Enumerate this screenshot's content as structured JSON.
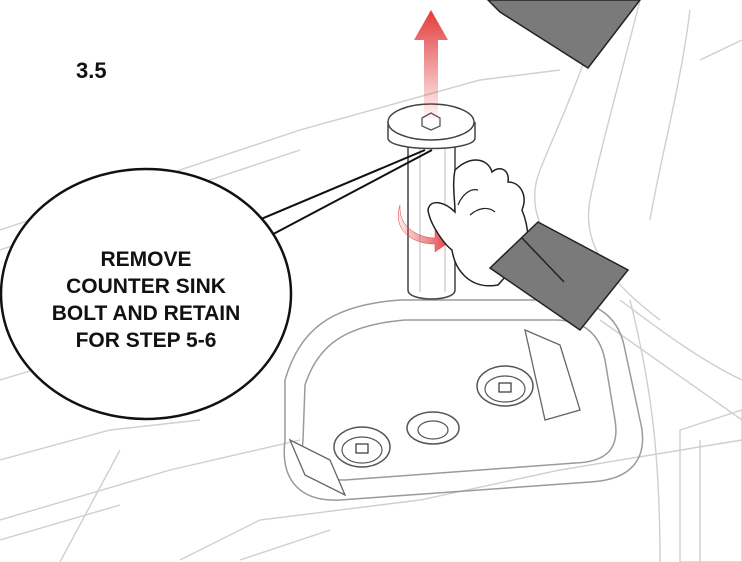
{
  "step": {
    "number": "3.5"
  },
  "callout": {
    "lines": [
      "REMOVE",
      "COUNTER SINK",
      "BOLT AND RETAIN",
      "FOR STEP 5-6"
    ]
  },
  "colors": {
    "arrow": "#e23b3b",
    "sleeve": "#7a7a7a",
    "line_art": "#c9c9c9",
    "outline": "#111111"
  },
  "icons": [
    "up-arrow-icon",
    "rotate-arrow-icon",
    "hand-icon"
  ]
}
